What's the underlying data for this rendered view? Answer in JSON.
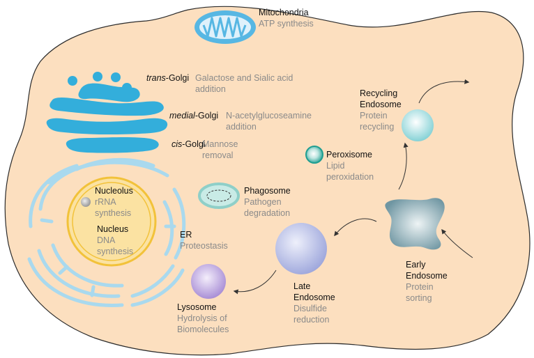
{
  "colors": {
    "cell_fill": "#fcdfbf",
    "cell_stroke": "#2b2b2b",
    "golgi": "#33aedb",
    "er": "#a9d9ee",
    "nucleus": "#fbe2a2",
    "nucleus_ring": "#f2c23a",
    "nucleolus": "#a8a8a8",
    "mitochondria": "#57b7e3",
    "phagosome": "#8fcfc8",
    "peroxisome": "#1f9e91",
    "recycling_endosome": "#8fd8dc",
    "early_endosome": "#7fa3ad",
    "late_endosome": "#a9b1e0",
    "lysosome": "#b9a0dc",
    "arrow": "#333333",
    "desc_text": "#8a8a8a"
  },
  "labels": {
    "mitochondria": {
      "name": "Mitochondria",
      "desc": "ATP synthesis"
    },
    "trans_golgi": {
      "prefix": "trans",
      "name": "-Golgi",
      "desc": [
        "Galactose and Sialic acid",
        "addition"
      ]
    },
    "medial_golgi": {
      "prefix": "medial",
      "name": "-Golgi",
      "desc": [
        "N-acetylglucoseamine",
        "addition"
      ]
    },
    "cis_golgi": {
      "prefix": "cis",
      "name": "-Golgi",
      "desc": [
        "Mannose",
        "removal"
      ]
    },
    "recycling_endosome": {
      "name": [
        "Recycling",
        "Endosome"
      ],
      "desc": [
        "Protein",
        "recycling"
      ]
    },
    "peroxisome": {
      "name": "Peroxisome",
      "desc": [
        "Lipid",
        "peroxidation"
      ]
    },
    "nucleolus": {
      "name": "Nucleolus",
      "desc": [
        "rRNA",
        "synthesis"
      ]
    },
    "nucleus": {
      "name": "Nucleus",
      "desc": [
        "DNA",
        "synthesis"
      ]
    },
    "phagosome": {
      "name": "Phagosome",
      "desc": [
        "Pathogen",
        "degradation"
      ]
    },
    "er": {
      "name": "ER",
      "desc": "Proteostasis"
    },
    "early_endosome": {
      "name": [
        "Early",
        "Endosome"
      ],
      "desc": [
        "Protein",
        "sorting"
      ]
    },
    "late_endosome": {
      "name": [
        "Late",
        "Endosome"
      ],
      "desc": [
        "Disulfide",
        "reduction"
      ]
    },
    "lysosome": {
      "name": "Lysosome",
      "desc": [
        "Hydrolysis of",
        "Biomolecules"
      ]
    }
  }
}
